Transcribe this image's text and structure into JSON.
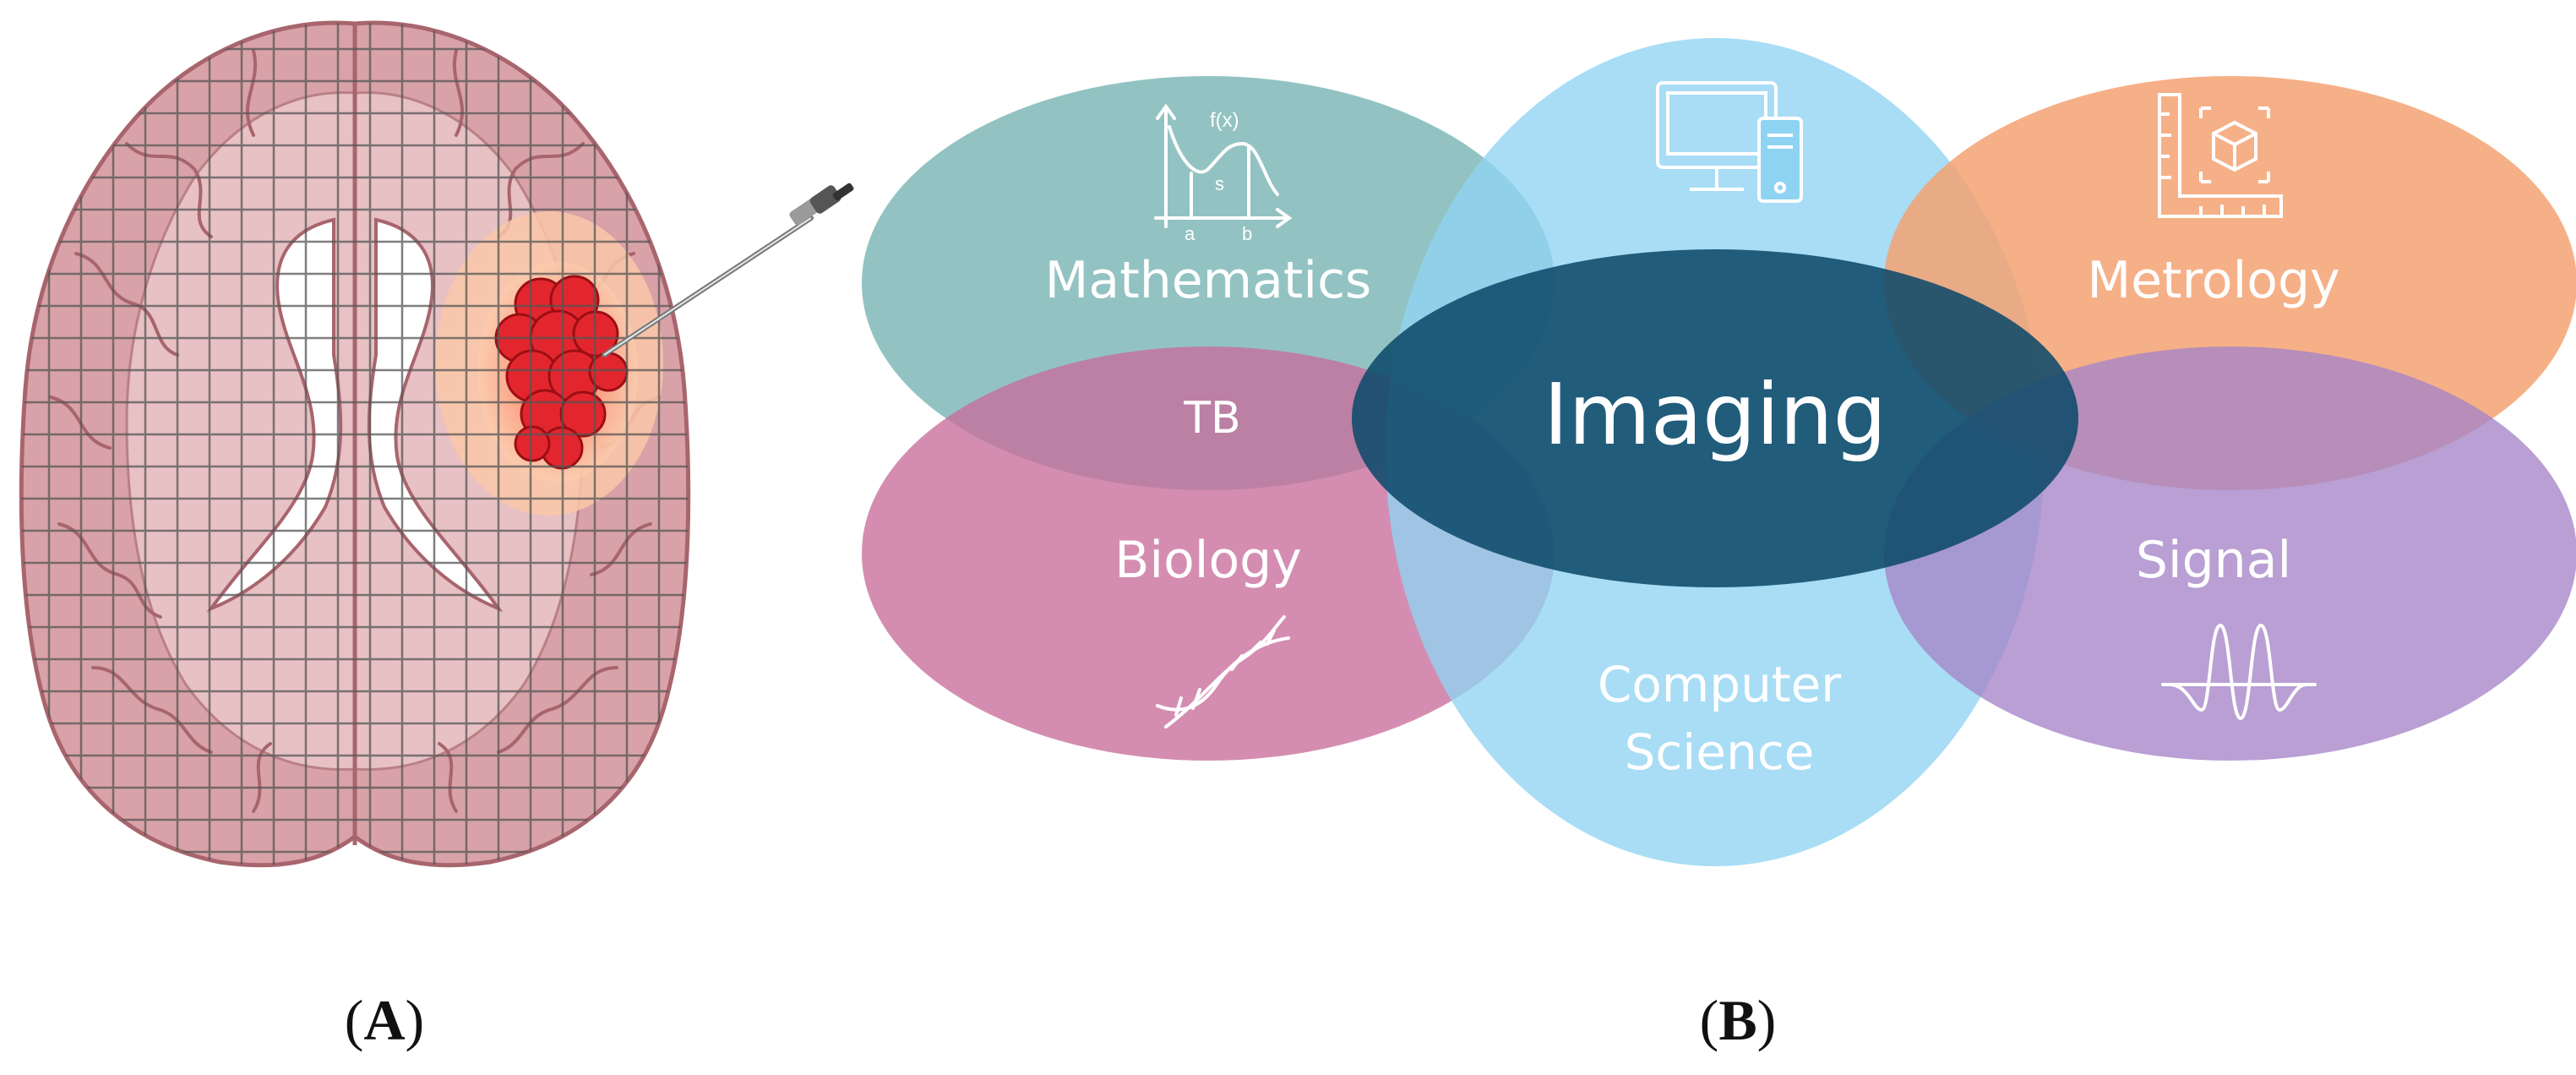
{
  "panels": {
    "a": {
      "paren_open": "(",
      "letter": "A",
      "paren_close": ")"
    },
    "b": {
      "paren_open": "(",
      "letter": "B",
      "paren_close": ")"
    }
  },
  "venn": {
    "center": "Imaging",
    "overlap": "TB",
    "sets": [
      {
        "id": "mathematics",
        "label": "Mathematics",
        "color": "#7fb9b7",
        "icon": "function-graph-icon"
      },
      {
        "id": "computer-science",
        "label_lines": [
          "Computer",
          "Science"
        ],
        "color": "#8fd3f2",
        "icon": "computer-icon"
      },
      {
        "id": "metrology",
        "label": "Metrology",
        "color": "#f4a272",
        "icon": "ruler-cube-icon"
      },
      {
        "id": "biology",
        "label": "Biology",
        "color": "#c86d9b",
        "icon": "dna-icon"
      },
      {
        "id": "signal",
        "label": "Signal",
        "color": "#a584c8",
        "icon": "waveform-icon"
      }
    ],
    "imaging_color": "#0e4a6a"
  },
  "icons": {
    "fx_label": "f(x)",
    "s_label": "s",
    "a_label": "a",
    "b_label": "b"
  }
}
